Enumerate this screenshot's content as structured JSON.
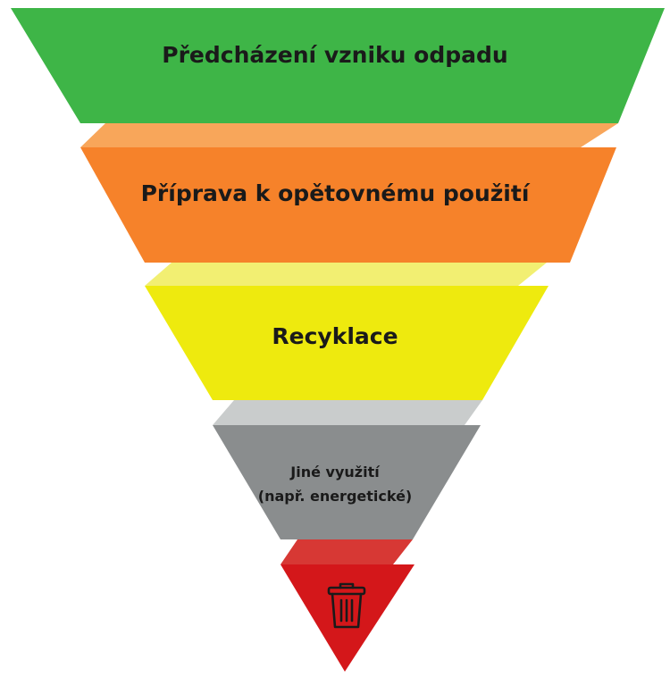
{
  "hierarchy": {
    "levels": [
      {
        "label": "Předcházení vzniku odpadu",
        "color": "#3eb547",
        "ribbon_color": "#f8a65a"
      },
      {
        "label": "Příprava k opětovnému použití",
        "color": "#f6822a",
        "ribbon_color": "#f2ef72"
      },
      {
        "label": "Recyklace",
        "color": "#eeea0e",
        "ribbon_color": "#c9cccc"
      },
      {
        "label_line1": "Jiné využití",
        "label_line2": "(např. energetické)",
        "color": "#8a8d8e",
        "ribbon_color": "#d73834"
      },
      {
        "icon": "trash-bin-icon",
        "color": "#d4171a"
      }
    ]
  }
}
